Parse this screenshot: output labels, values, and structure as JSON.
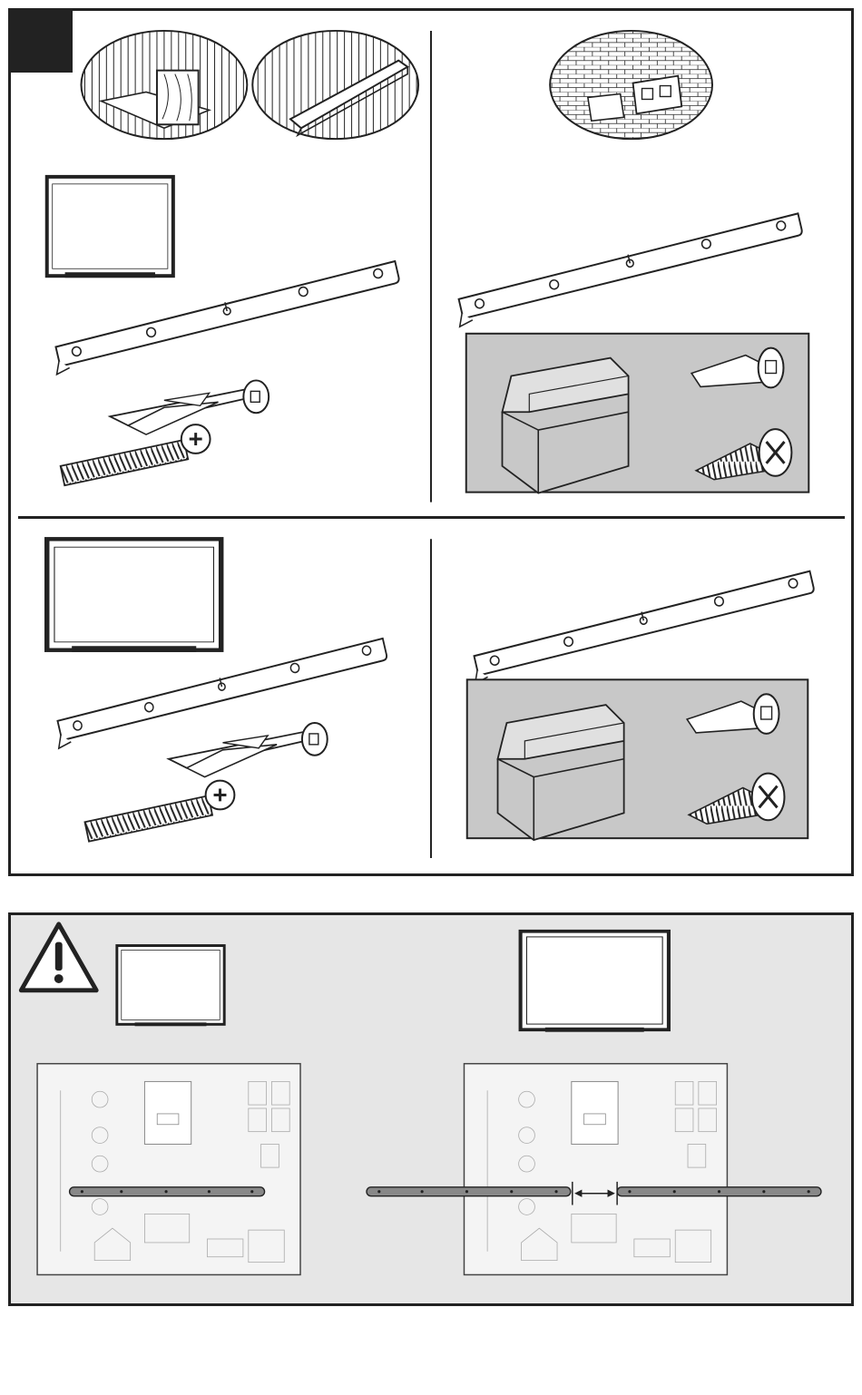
{
  "document": {
    "type": "installation-illustration",
    "text_visible": false
  },
  "colors": {
    "line": "#222222",
    "panel_grey": "#e6e6e6",
    "box_grey": "#c8c8c8",
    "white": "#ffffff"
  },
  "icons": {
    "step": "step-badge",
    "warning": "warning-triangle-icon",
    "wood_wall": "wood-wall-illustration",
    "metal_stud": "metal-stud-illustration",
    "masonry_wall": "masonry-wall-illustration",
    "whiteboard": "interactive-whiteboard-illustration",
    "bracket": "wall-bracket-illustration",
    "anchor": "toggle-anchor-illustration",
    "bolt": "machine-bolt-illustration",
    "toolbox": "toolbox-illustration",
    "screw": "wood-screw-illustration",
    "template": "mounting-template-illustration"
  }
}
